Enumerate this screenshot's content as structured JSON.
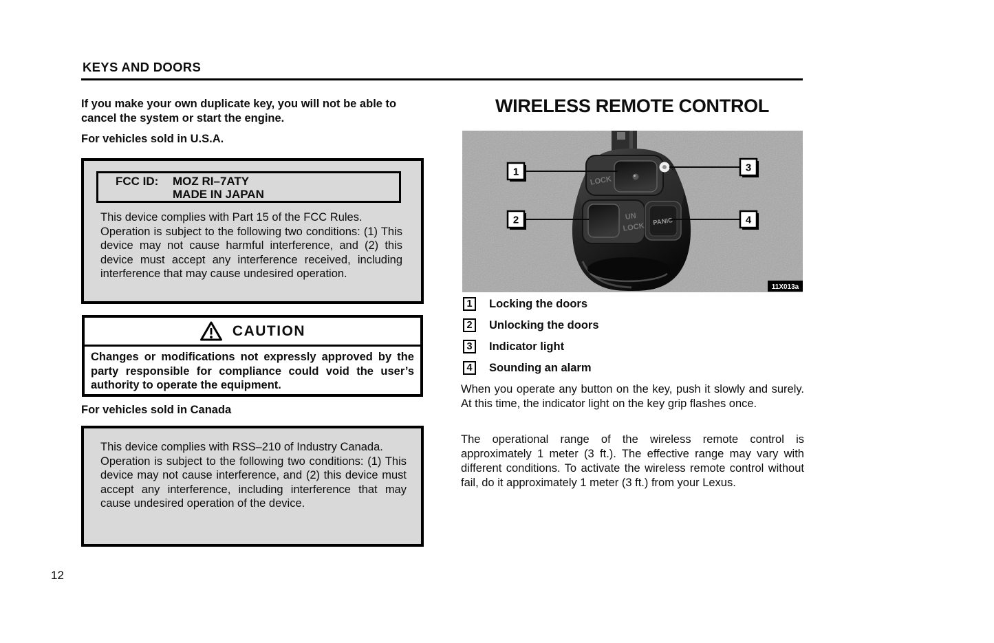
{
  "page": {
    "header": "KEYS AND DOORS",
    "page_number": "12"
  },
  "left_column": {
    "intro": "If you make your own duplicate key, you will not be able to cancel the system or start the engine.",
    "usa_heading": "For vehicles sold in U.S.A.",
    "fcc_box": {
      "id_label": "FCC ID:",
      "id_value": "MOZ RI–7ATY",
      "made_in": "MADE IN JAPAN",
      "body_line1": "This device complies with Part 15 of the FCC Rules.",
      "body_line2": "Operation is subject to the following two conditions: (1)  This device may not cause harmful interference, and (2) this device must accept any interference received, including interference that may cause undesired operation."
    },
    "caution_box": {
      "title": "CAUTION",
      "body": "Changes or modifications not expressly approved by the party responsible for compliance could void the user’s authority to operate the equipment."
    },
    "canada_heading": "For vehicles sold in Canada",
    "canada_box": {
      "body_line1": "This device complies with RSS–210 of Industry Canada.",
      "body_line2": "Operation is subject to the following two conditions: (1) This device may not cause interference, and (2) this device must accept any interference, including interference that may cause undesired operation of the device."
    }
  },
  "right_column": {
    "title": "WIRELESS REMOTE CONTROL",
    "figure": {
      "image_code": "11X013a",
      "callouts": [
        "1",
        "2",
        "3",
        "4"
      ],
      "key_labels": {
        "lock": "LOCK",
        "unlock_top": "UN",
        "unlock_bottom": "LOCK",
        "panic": "PANIC"
      }
    },
    "legend": [
      {
        "num": "1",
        "label": "Locking the doors"
      },
      {
        "num": "2",
        "label": "Unlocking the doors"
      },
      {
        "num": "3",
        "label": "Indicator light"
      },
      {
        "num": "4",
        "label": "Sounding an alarm"
      }
    ],
    "para1": "When you operate any button on the key, push it slowly and surely.  At this time, the indicator light on the key grip flashes once.",
    "para2": "The operational range of the wireless remote control is approximately 1 meter (3 ft.).  The effective range may vary with different conditions.  To activate the wireless remote control without fail, do it approximately 1 meter (3 ft.) from your Lexus."
  },
  "colors": {
    "page_bg": "#ffffff",
    "box_gray": "#d9d9d9",
    "photo_gray": "#a7a7a7",
    "ink": "#0d0d0d"
  }
}
